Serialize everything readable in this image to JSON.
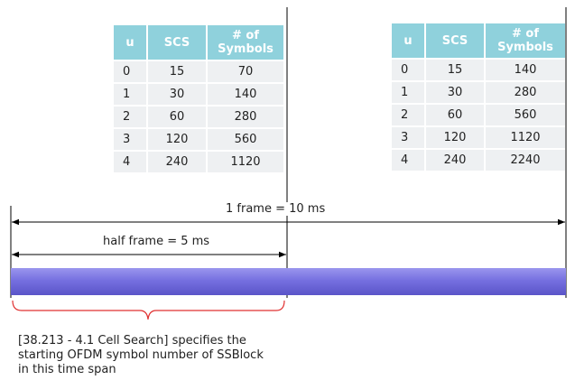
{
  "tables": [
    {
      "headers": [
        "u",
        "SCS",
        "# of Symbols"
      ],
      "rows": [
        [
          "0",
          "15",
          "70"
        ],
        [
          "1",
          "30",
          "140"
        ],
        [
          "2",
          "60",
          "280"
        ],
        [
          "3",
          "120",
          "560"
        ],
        [
          "4",
          "240",
          "1120"
        ]
      ]
    },
    {
      "headers": [
        "u",
        "SCS",
        "# of Symbols"
      ],
      "rows": [
        [
          "0",
          "15",
          "140"
        ],
        [
          "1",
          "30",
          "280"
        ],
        [
          "2",
          "60",
          "560"
        ],
        [
          "3",
          "120",
          "1120"
        ],
        [
          "4",
          "240",
          "2240"
        ]
      ]
    }
  ],
  "frame_label": "1 frame = 10 ms",
  "half_frame_label": "half frame = 5 ms",
  "caption_lines": [
    "[38.213 - 4.1 Cell Search] specifies the",
    "starting OFDM symbol number of SSBlock",
    "in this time span"
  ],
  "colors": {
    "header": "#8fd1dc",
    "cell": "#eef0f2",
    "bar": "#7b76e0",
    "brace": "#e03030"
  }
}
